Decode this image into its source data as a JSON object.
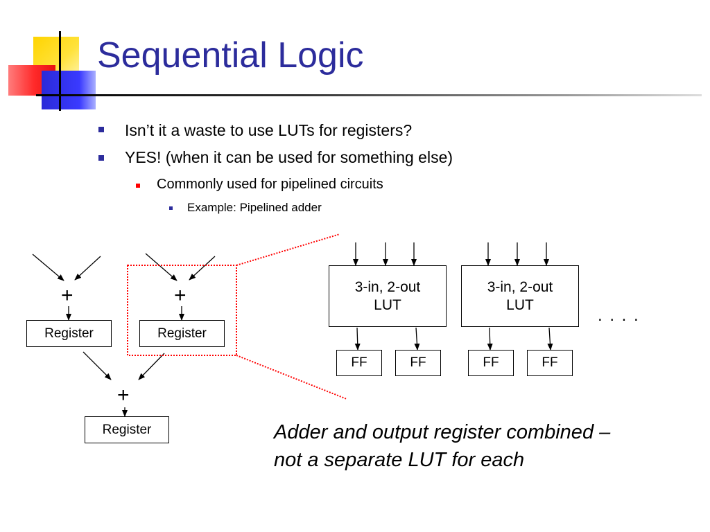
{
  "title": "Sequential Logic",
  "bullets": {
    "b1": "Isn’t it a waste to use LUTs for registers?",
    "b2": "YES! (when it can be used for something else)",
    "b2_sub": "Commonly used for pipelined circuits",
    "b2_sub_sub": "Example: Pipelined adder"
  },
  "diagram": {
    "plus": "+",
    "register": "Register",
    "lut": "3-in, 2-out\nLUT",
    "ff": "FF",
    "ellipsis": ". . . ."
  },
  "caption": {
    "line1": "Adder and output register combined –",
    "line2": "not a separate LUT for each"
  },
  "colors": {
    "title": "#2c2c9c",
    "bullet_level1": "#2c2c9c",
    "bullet_level2": "#ff0000",
    "highlight": "#ff0000"
  }
}
